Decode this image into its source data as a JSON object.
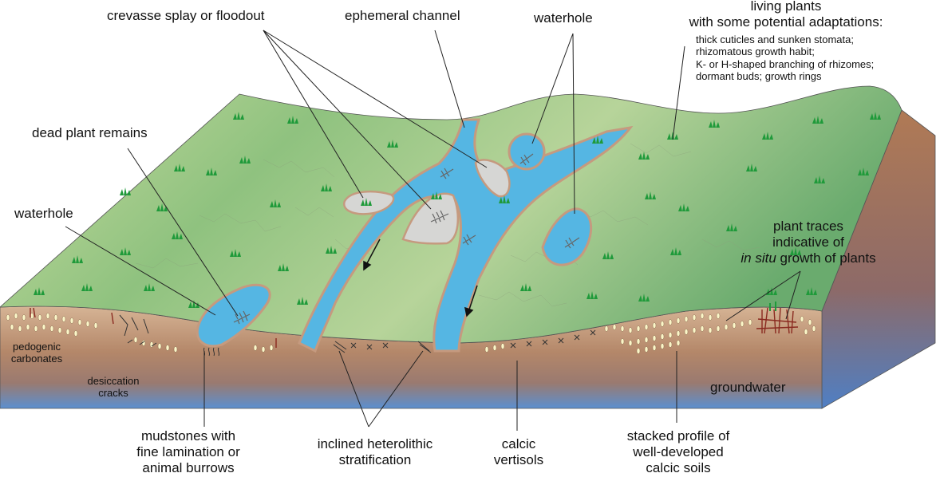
{
  "labels": {
    "crevasse_splay": "crevasse splay or floodout",
    "ephemeral_channel": "ephemeral channel",
    "waterhole_top": "waterhole",
    "living_plants_title_1": "living plants",
    "living_plants_title_2": "with some potential adaptations:",
    "adaptations": [
      "thick cuticles and sunken stomata;",
      "rhizomatous growth habit;",
      "K- or H-shaped branching of rhizomes;",
      "dormant buds; growth rings"
    ],
    "dead_plant_remains": "dead plant remains",
    "waterhole_left": "waterhole",
    "plant_traces": [
      "plant traces",
      "indicative of"
    ],
    "plant_traces_italic": "in situ",
    "plant_traces_end": " growth of plants",
    "pedogenic": [
      "pedogenic",
      "carbonates"
    ],
    "desiccation": [
      "desiccation",
      "cracks"
    ],
    "groundwater": "groundwater",
    "mudstones": [
      "mudstones with",
      "fine lamination or",
      "animal burrows"
    ],
    "inclined": [
      "inclined heterolithic",
      "stratification"
    ],
    "calcic_vertisols": [
      "calcic",
      "vertisols"
    ],
    "stacked_profile": [
      "stacked profile of",
      "well-developed",
      "calcic soils"
    ]
  },
  "colors": {
    "grass_light": "#c9dca0",
    "grass_dark": "#6aab6e",
    "water": "#55b6e3",
    "water_rim": "#c59a7f",
    "splay": "#d6d6d4",
    "soil_top": "#c8a382",
    "soil_mid": "#a97d60",
    "groundwater": "#5b8fd0",
    "side_dark": "#b07a55",
    "grass_tuft": "#1f9a3a",
    "nodule": "#fbf6c8",
    "leader": "#222222"
  }
}
